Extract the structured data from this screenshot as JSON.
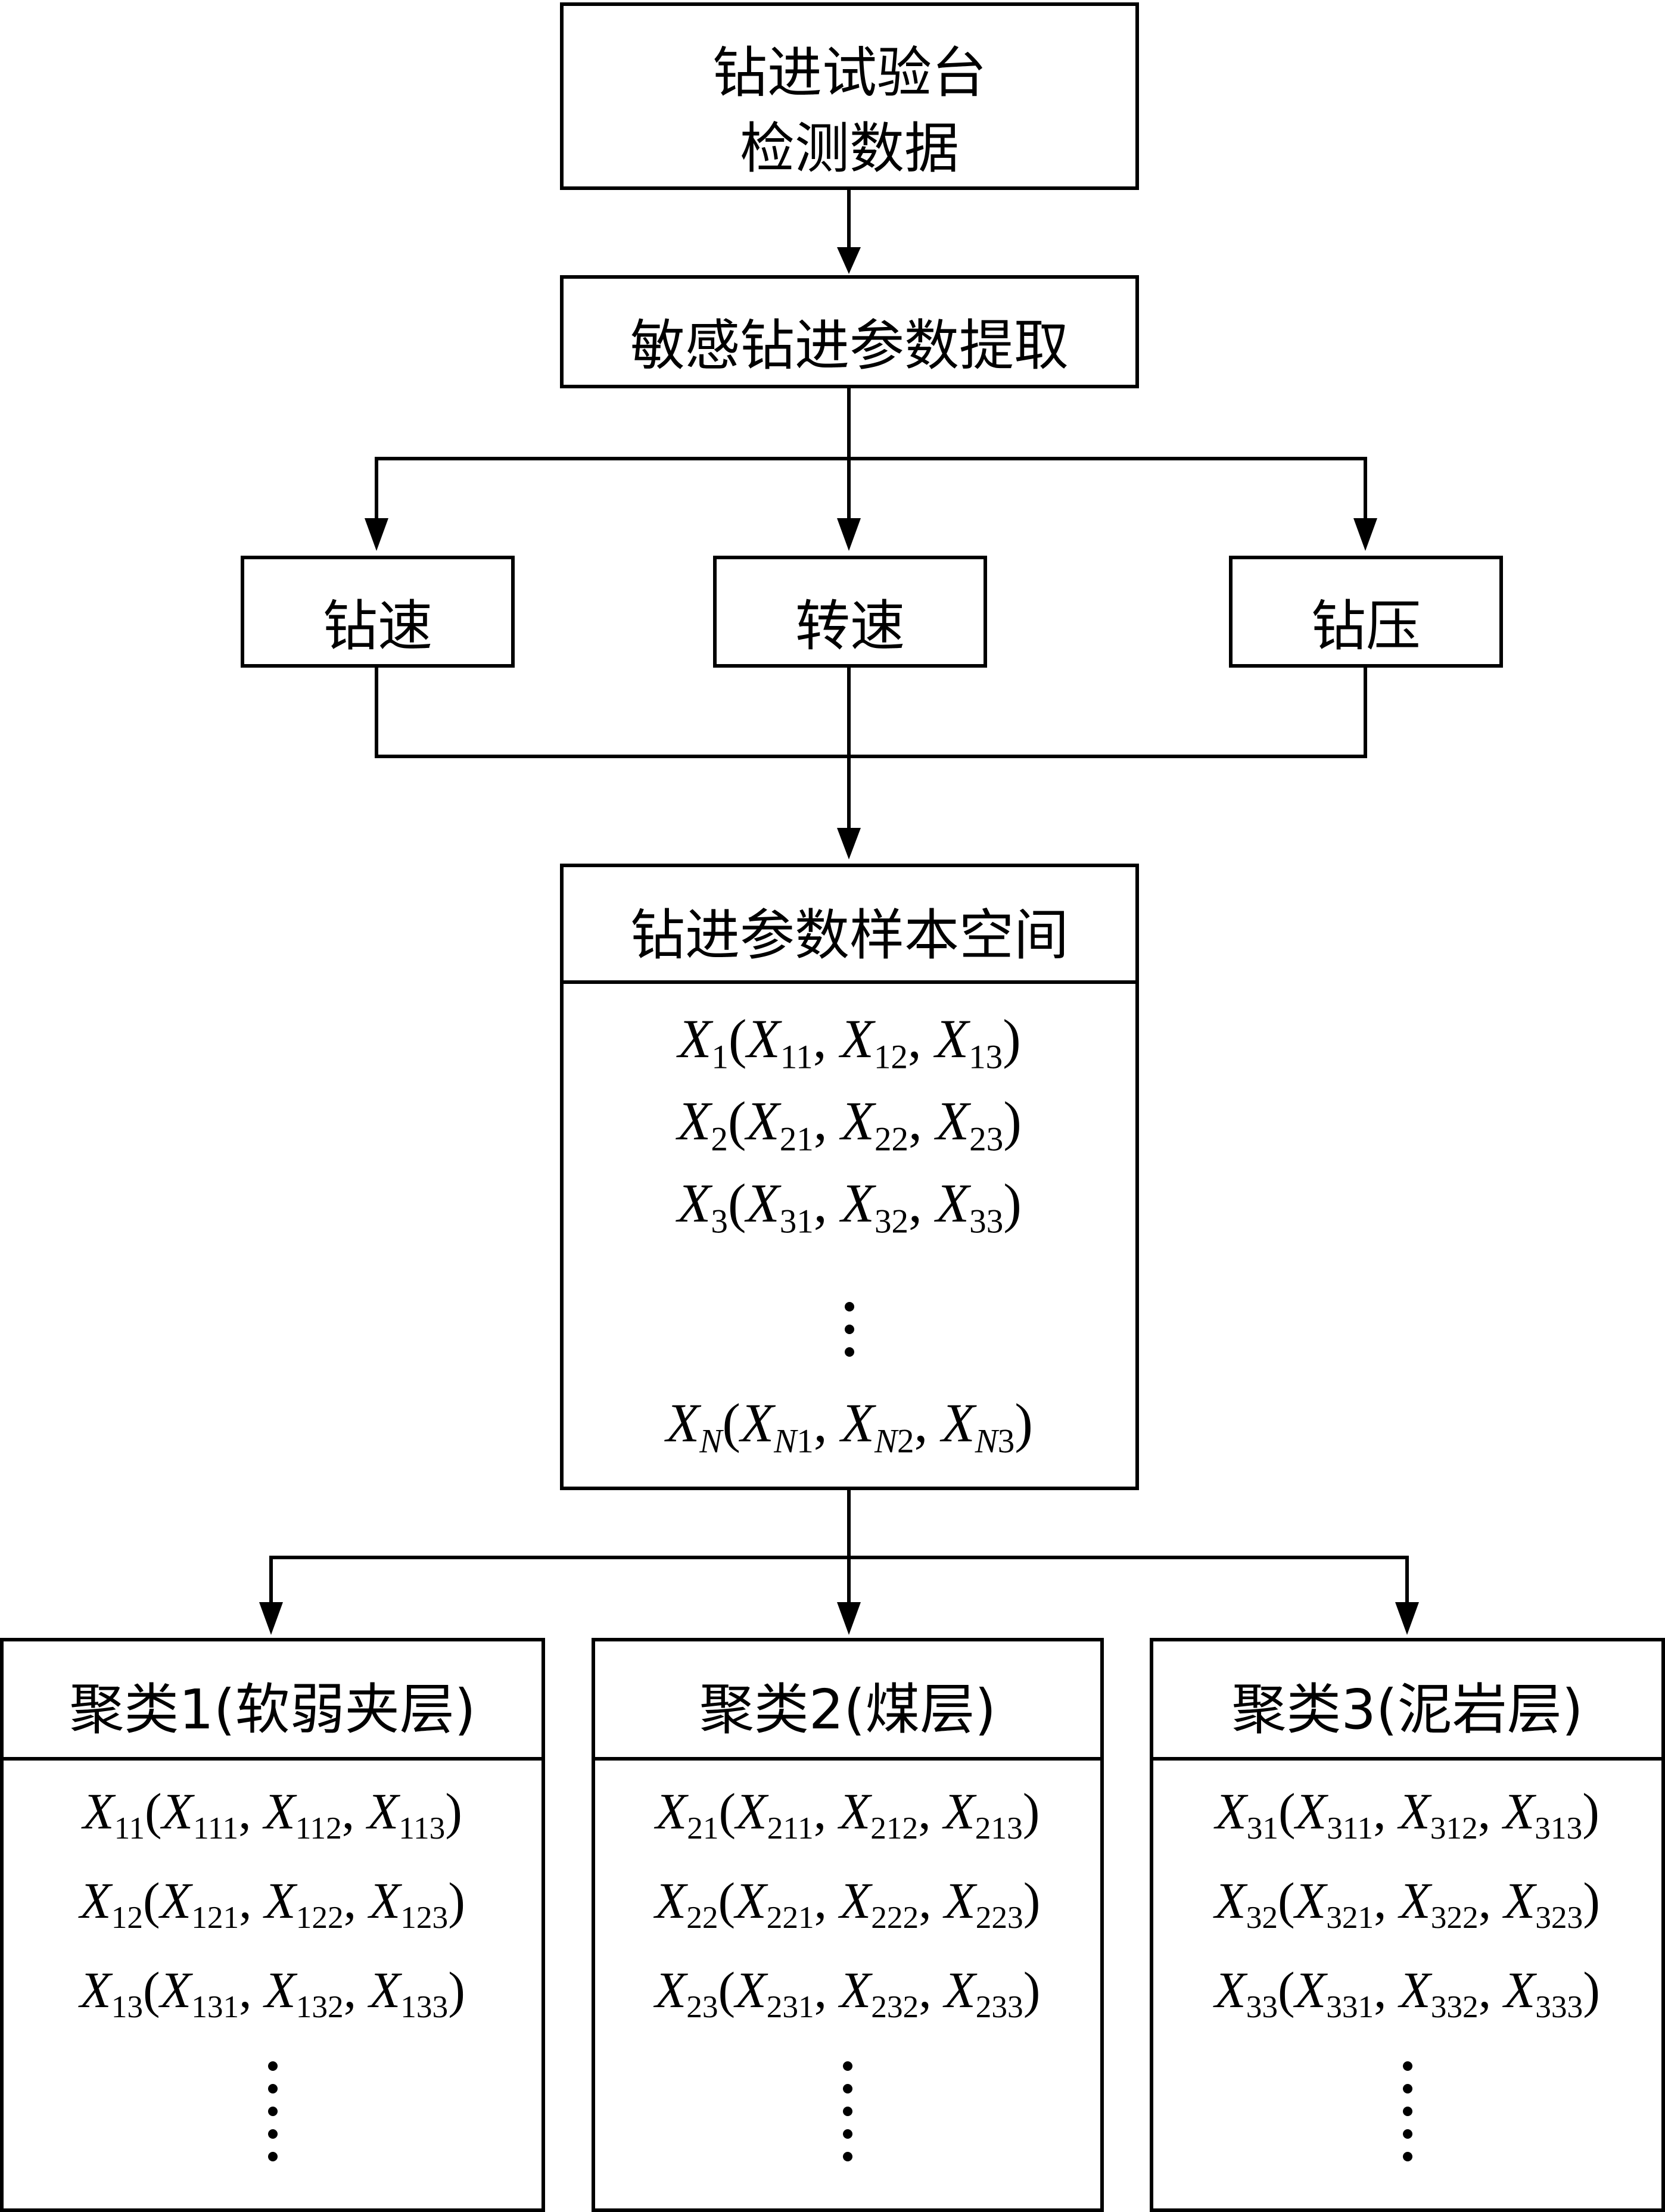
{
  "nodes": {
    "test_data": {
      "line1": "钻进试验台",
      "line2": "检测数据"
    },
    "extraction": {
      "label": "敏感钻进参数提取"
    },
    "drilling_speed": {
      "label": "钻速"
    },
    "rotation_speed": {
      "label": "转速"
    },
    "drilling_pressure": {
      "label": "钻压"
    },
    "sample_space": {
      "title": "钻进参数样本空间",
      "rows": [
        {
          "main": "X",
          "sub": "1",
          "items": [
            [
              "X",
              "11"
            ],
            [
              "X",
              "12"
            ],
            [
              "X",
              "13"
            ]
          ]
        },
        {
          "main": "X",
          "sub": "2",
          "items": [
            [
              "X",
              "21"
            ],
            [
              "X",
              "22"
            ],
            [
              "X",
              "23"
            ]
          ]
        },
        {
          "main": "X",
          "sub": "3",
          "items": [
            [
              "X",
              "31"
            ],
            [
              "X",
              "32"
            ],
            [
              "X",
              "33"
            ]
          ]
        }
      ],
      "last_row": {
        "main": "X",
        "sub": "N",
        "items": [
          [
            "X",
            "N1"
          ],
          [
            "X",
            "N2"
          ],
          [
            "X",
            "N3"
          ]
        ]
      }
    },
    "clusters": [
      {
        "title": "聚类1(软弱夹层)",
        "rows": [
          {
            "main": "X",
            "sub": "11",
            "items": [
              [
                "X",
                "111"
              ],
              [
                "X",
                "112"
              ],
              [
                "X",
                "113"
              ]
            ]
          },
          {
            "main": "X",
            "sub": "12",
            "items": [
              [
                "X",
                "121"
              ],
              [
                "X",
                "122"
              ],
              [
                "X",
                "123"
              ]
            ]
          },
          {
            "main": "X",
            "sub": "13",
            "items": [
              [
                "X",
                "131"
              ],
              [
                "X",
                "132"
              ],
              [
                "X",
                "133"
              ]
            ]
          }
        ]
      },
      {
        "title": "聚类2(煤层)",
        "rows": [
          {
            "main": "X",
            "sub": "21",
            "items": [
              [
                "X",
                "211"
              ],
              [
                "X",
                "212"
              ],
              [
                "X",
                "213"
              ]
            ]
          },
          {
            "main": "X",
            "sub": "22",
            "items": [
              [
                "X",
                "221"
              ],
              [
                "X",
                "222"
              ],
              [
                "X",
                "223"
              ]
            ]
          },
          {
            "main": "X",
            "sub": "23",
            "items": [
              [
                "X",
                "231"
              ],
              [
                "X",
                "232"
              ],
              [
                "X",
                "233"
              ]
            ]
          }
        ]
      },
      {
        "title": "聚类3(泥岩层)",
        "rows": [
          {
            "main": "X",
            "sub": "31",
            "items": [
              [
                "X",
                "311"
              ],
              [
                "X",
                "312"
              ],
              [
                "X",
                "313"
              ]
            ]
          },
          {
            "main": "X",
            "sub": "32",
            "items": [
              [
                "X",
                "321"
              ],
              [
                "X",
                "322"
              ],
              [
                "X",
                "323"
              ]
            ]
          },
          {
            "main": "X",
            "sub": "33",
            "items": [
              [
                "X",
                "331"
              ],
              [
                "X",
                "332"
              ],
              [
                "X",
                "333"
              ]
            ]
          }
        ]
      }
    ]
  }
}
